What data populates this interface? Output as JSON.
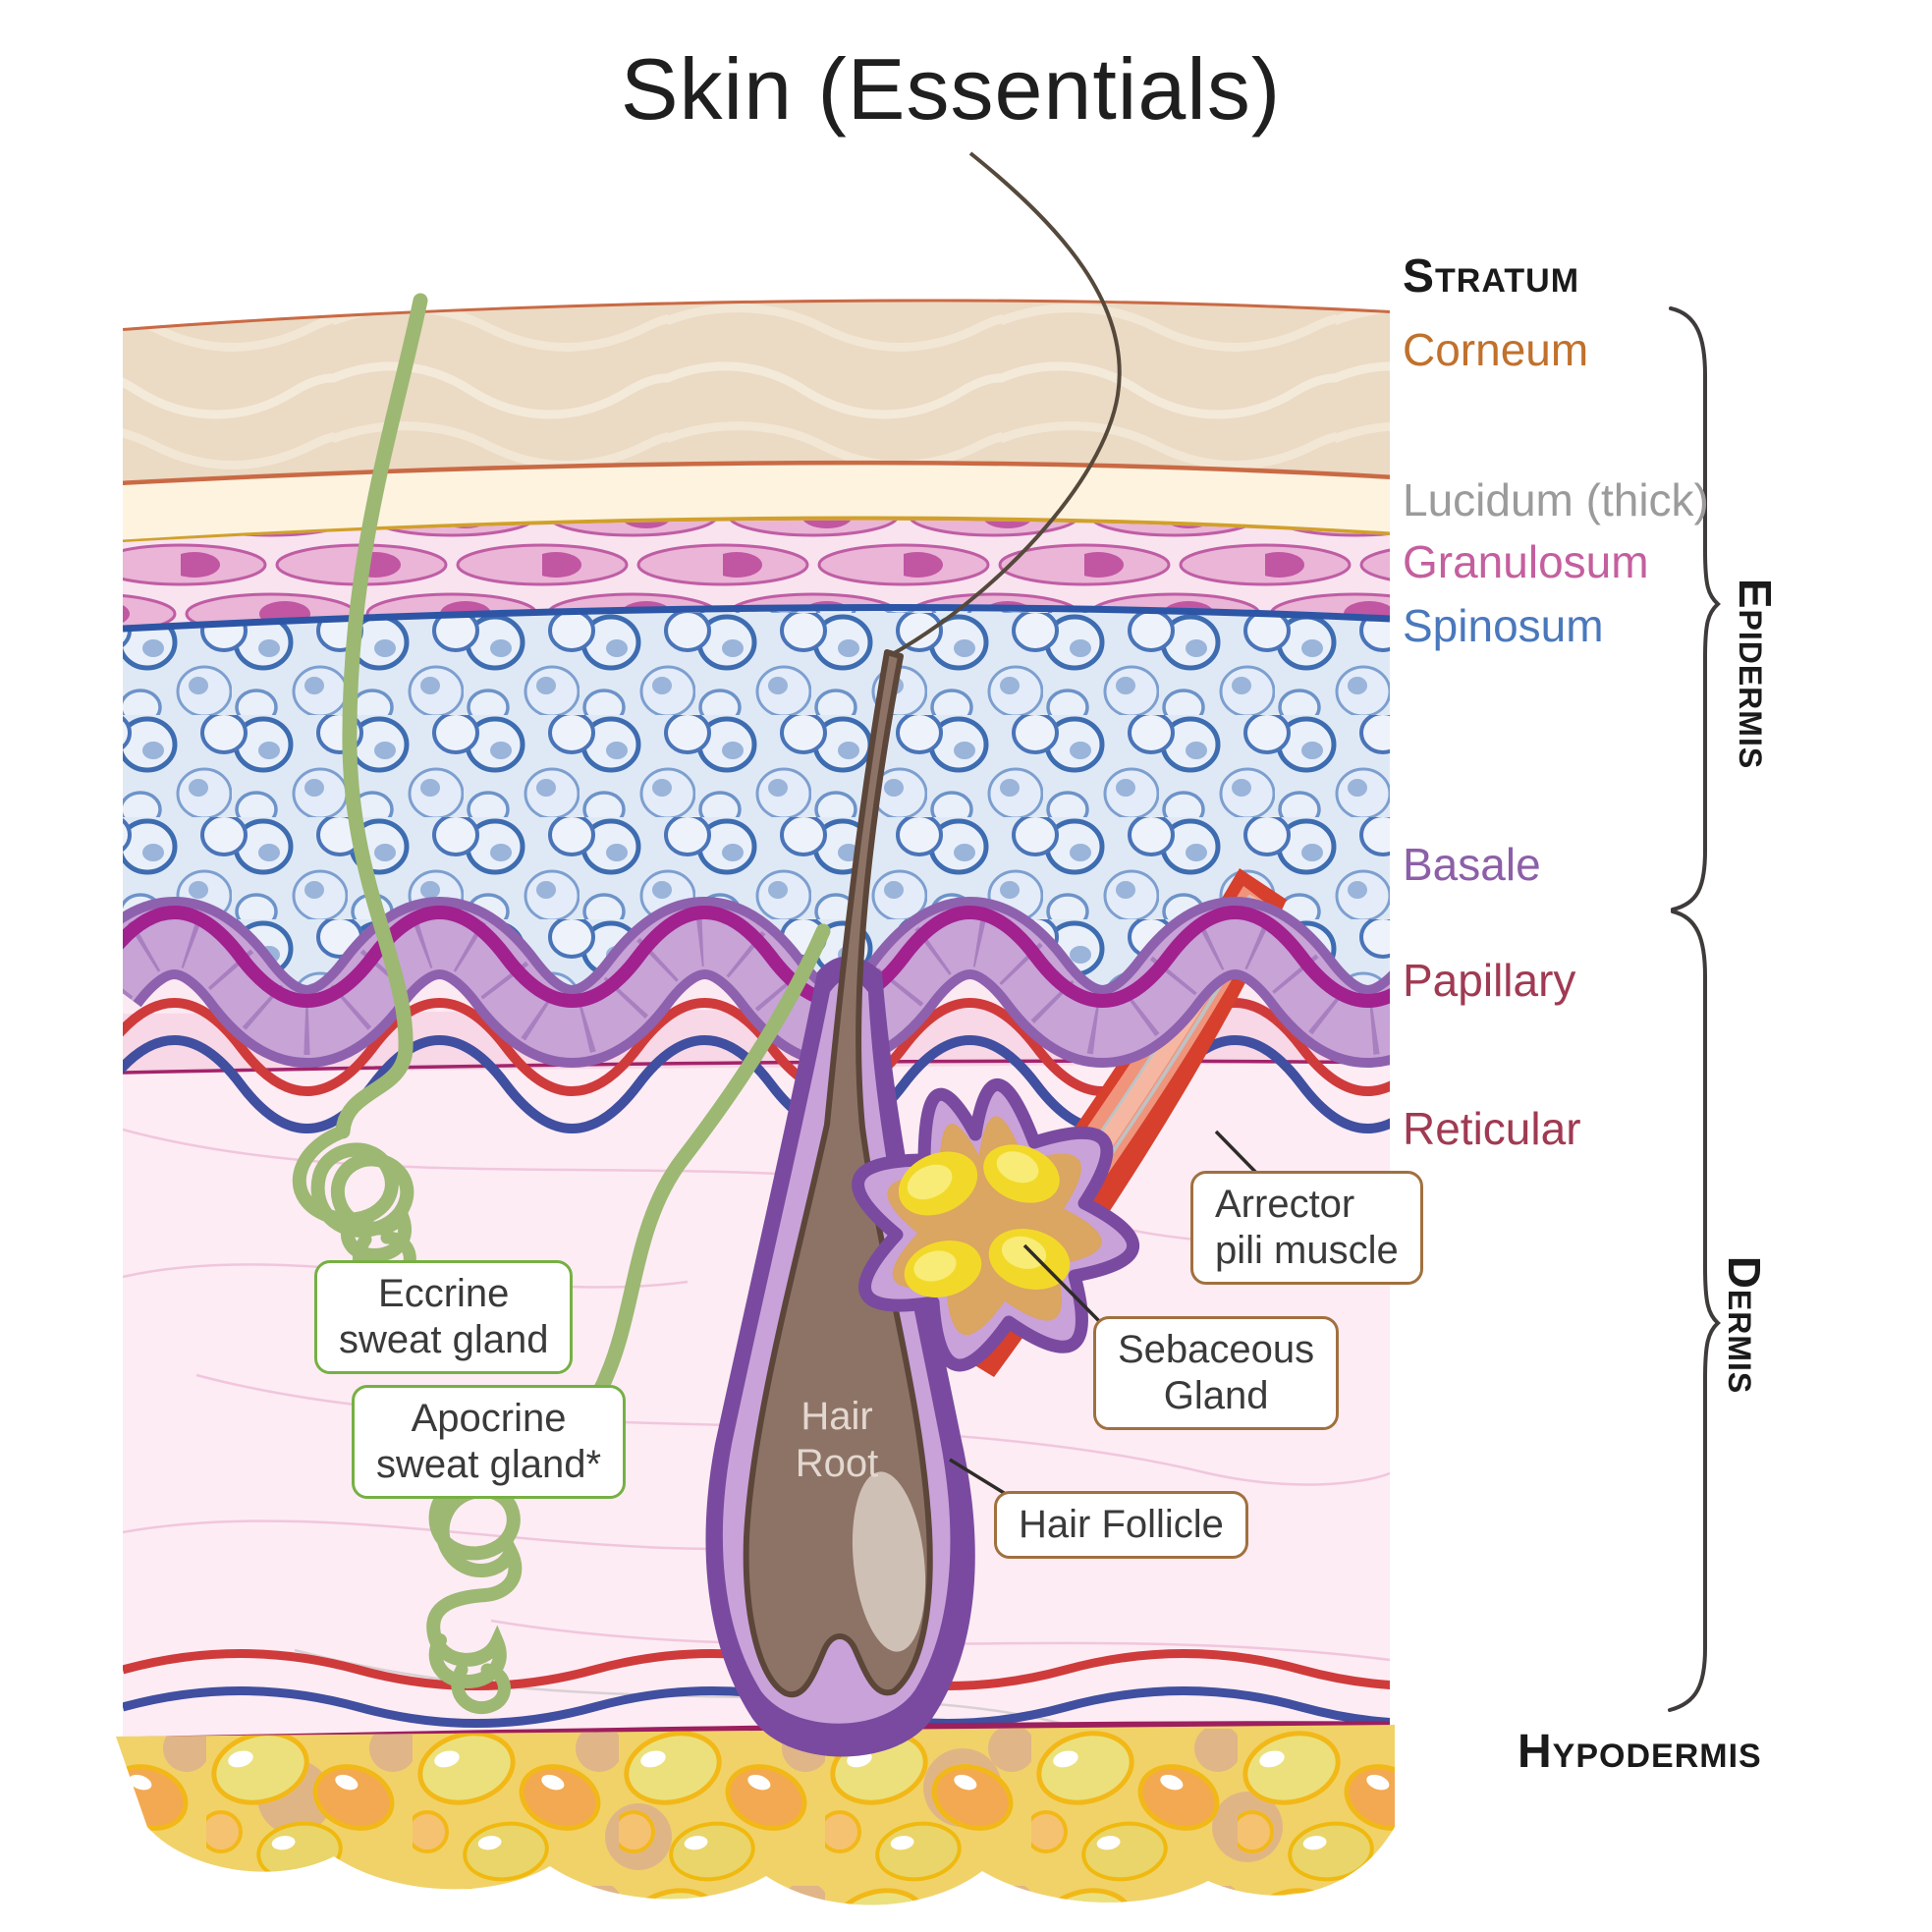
{
  "title": "Skin (Essentials)",
  "side_labels": {
    "stratum_header": "Stratum",
    "corneum": "Corneum",
    "lucidum": "Lucidum (thick)",
    "granulosum": "Granulosum",
    "spinosum": "Spinosum",
    "basale": "Basale",
    "papillary": "Papillary",
    "reticular": "Reticular",
    "epidermis": "Epidermis",
    "dermis": "Dermis",
    "hypodermis": "Hypodermis"
  },
  "callouts": {
    "eccrine": "Eccrine\nsweat gland",
    "apocrine": "Apocrine\nsweat gland*",
    "arrector": "Arrector\npili muscle",
    "sebaceous": "Sebaceous\nGland",
    "hair_follicle": "Hair Follicle",
    "hair_root": "Hair\nRoot"
  },
  "colors": {
    "corneum_label": "#c0712c",
    "lucidum_label": "#9b9b9b",
    "granulosum_label": "#c45f9e",
    "spinosum_label": "#4a78bc",
    "basale_label": "#8d5fa8",
    "dermis_labels": "#a03a52",
    "callout_green_border": "#76b043",
    "callout_brown_border": "#a0703f",
    "sweat_gland_green": "#9cb873",
    "muscle_red": "#d6402c",
    "fat_outline_yellow": "#f2b818",
    "basale_band_purple": "#a1218f",
    "vessel_red": "#cf3b3b",
    "vessel_blue": "#404fa0"
  }
}
